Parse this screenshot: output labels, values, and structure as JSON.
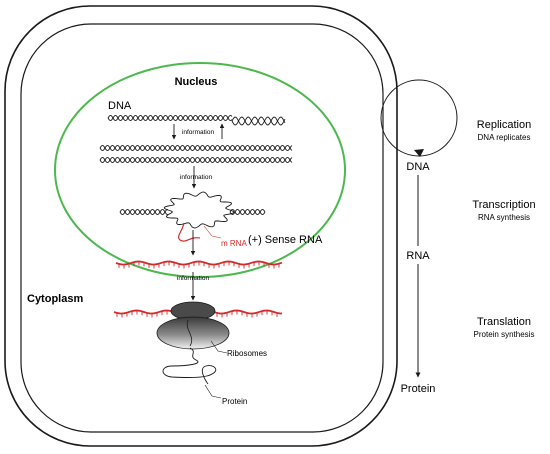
{
  "cell": {
    "nucleus_label": "Nucleus",
    "dna_label": "DNA",
    "info_label": "information",
    "sense_rna_label": "(+) Sense RNA",
    "mrna_label": "m RNA",
    "cytoplasm_label": "Cytoplasm",
    "ribosomes_label": "Ribosomes",
    "protein_label": "Protein"
  },
  "flow": {
    "dna": "DNA",
    "rna": "RNA",
    "protein": "Protein"
  },
  "processes": [
    {
      "title": "Replication",
      "subtitle": "DNA replicates"
    },
    {
      "title": "Transcription",
      "subtitle": "RNA synthesis"
    },
    {
      "title": "Translation",
      "subtitle": "Protein synthesis"
    }
  ],
  "colors": {
    "nucleus_outline": "#4db84d",
    "rna": "#d42a2a",
    "outline": "#1a1a1a"
  }
}
